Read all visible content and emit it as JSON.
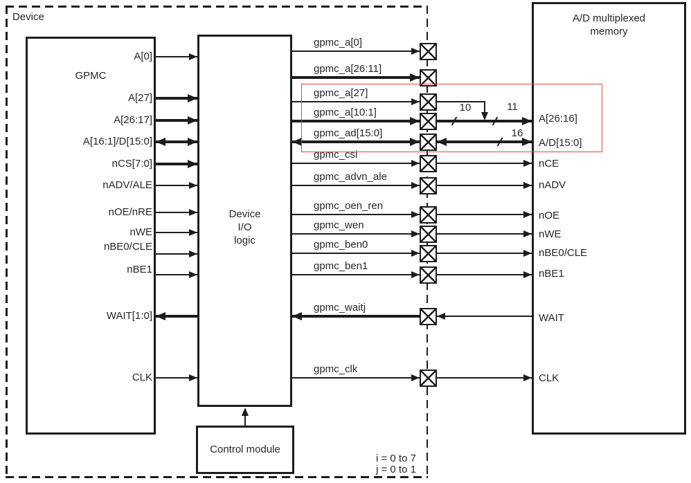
{
  "device": {
    "label": "Device"
  },
  "blocks": {
    "gpmc": {
      "title": "GPMC"
    },
    "io_logic": {
      "title_lines": [
        "Device",
        "I/O",
        "logic"
      ]
    },
    "control": {
      "title": "Control module"
    },
    "memory": {
      "title_lines": [
        "A/D multiplexed",
        "memory"
      ]
    }
  },
  "gpmc_signals": [
    "A[0]",
    "A[27]",
    "A[26:17]",
    "A[16:1]/D[15:0]",
    "nCS[7:0]",
    "nADV/ALE",
    "nOE/nRE",
    "nWE",
    "nBE0/CLE",
    "nBE1",
    "WAIT[1:0]",
    "CLK"
  ],
  "io_signals": [
    "gpmc_a[0]",
    "gpmc_a[26:11]",
    "gpmc_a[27]",
    "gpmc_a[10:1]",
    "gpmc_ad[15:0]",
    "gpmc_csi",
    "gpmc_advn_ale",
    "gpmc_oen_ren",
    "gpmc_wen",
    "gpmc_ben0",
    "gpmc_ben1",
    "gpmc_waitj",
    "gpmc_clk"
  ],
  "memory_signals": [
    "A[26:16]",
    "A/D[15:0]",
    "nCE",
    "nADV",
    "nOE",
    "nWE",
    "nBE0/CLE",
    "nBE1",
    "WAIT",
    "CLK"
  ],
  "bus_widths": {
    "a10": "10",
    "a11": "11",
    "ad16": "16"
  },
  "notes": {
    "i_range": "i = 0 to 7",
    "j_range": "j = 0 to 1"
  },
  "colors": {
    "line": "#1c1c1f",
    "text": "#26262c",
    "highlight": "#e8423a",
    "background": "#ffffff"
  }
}
